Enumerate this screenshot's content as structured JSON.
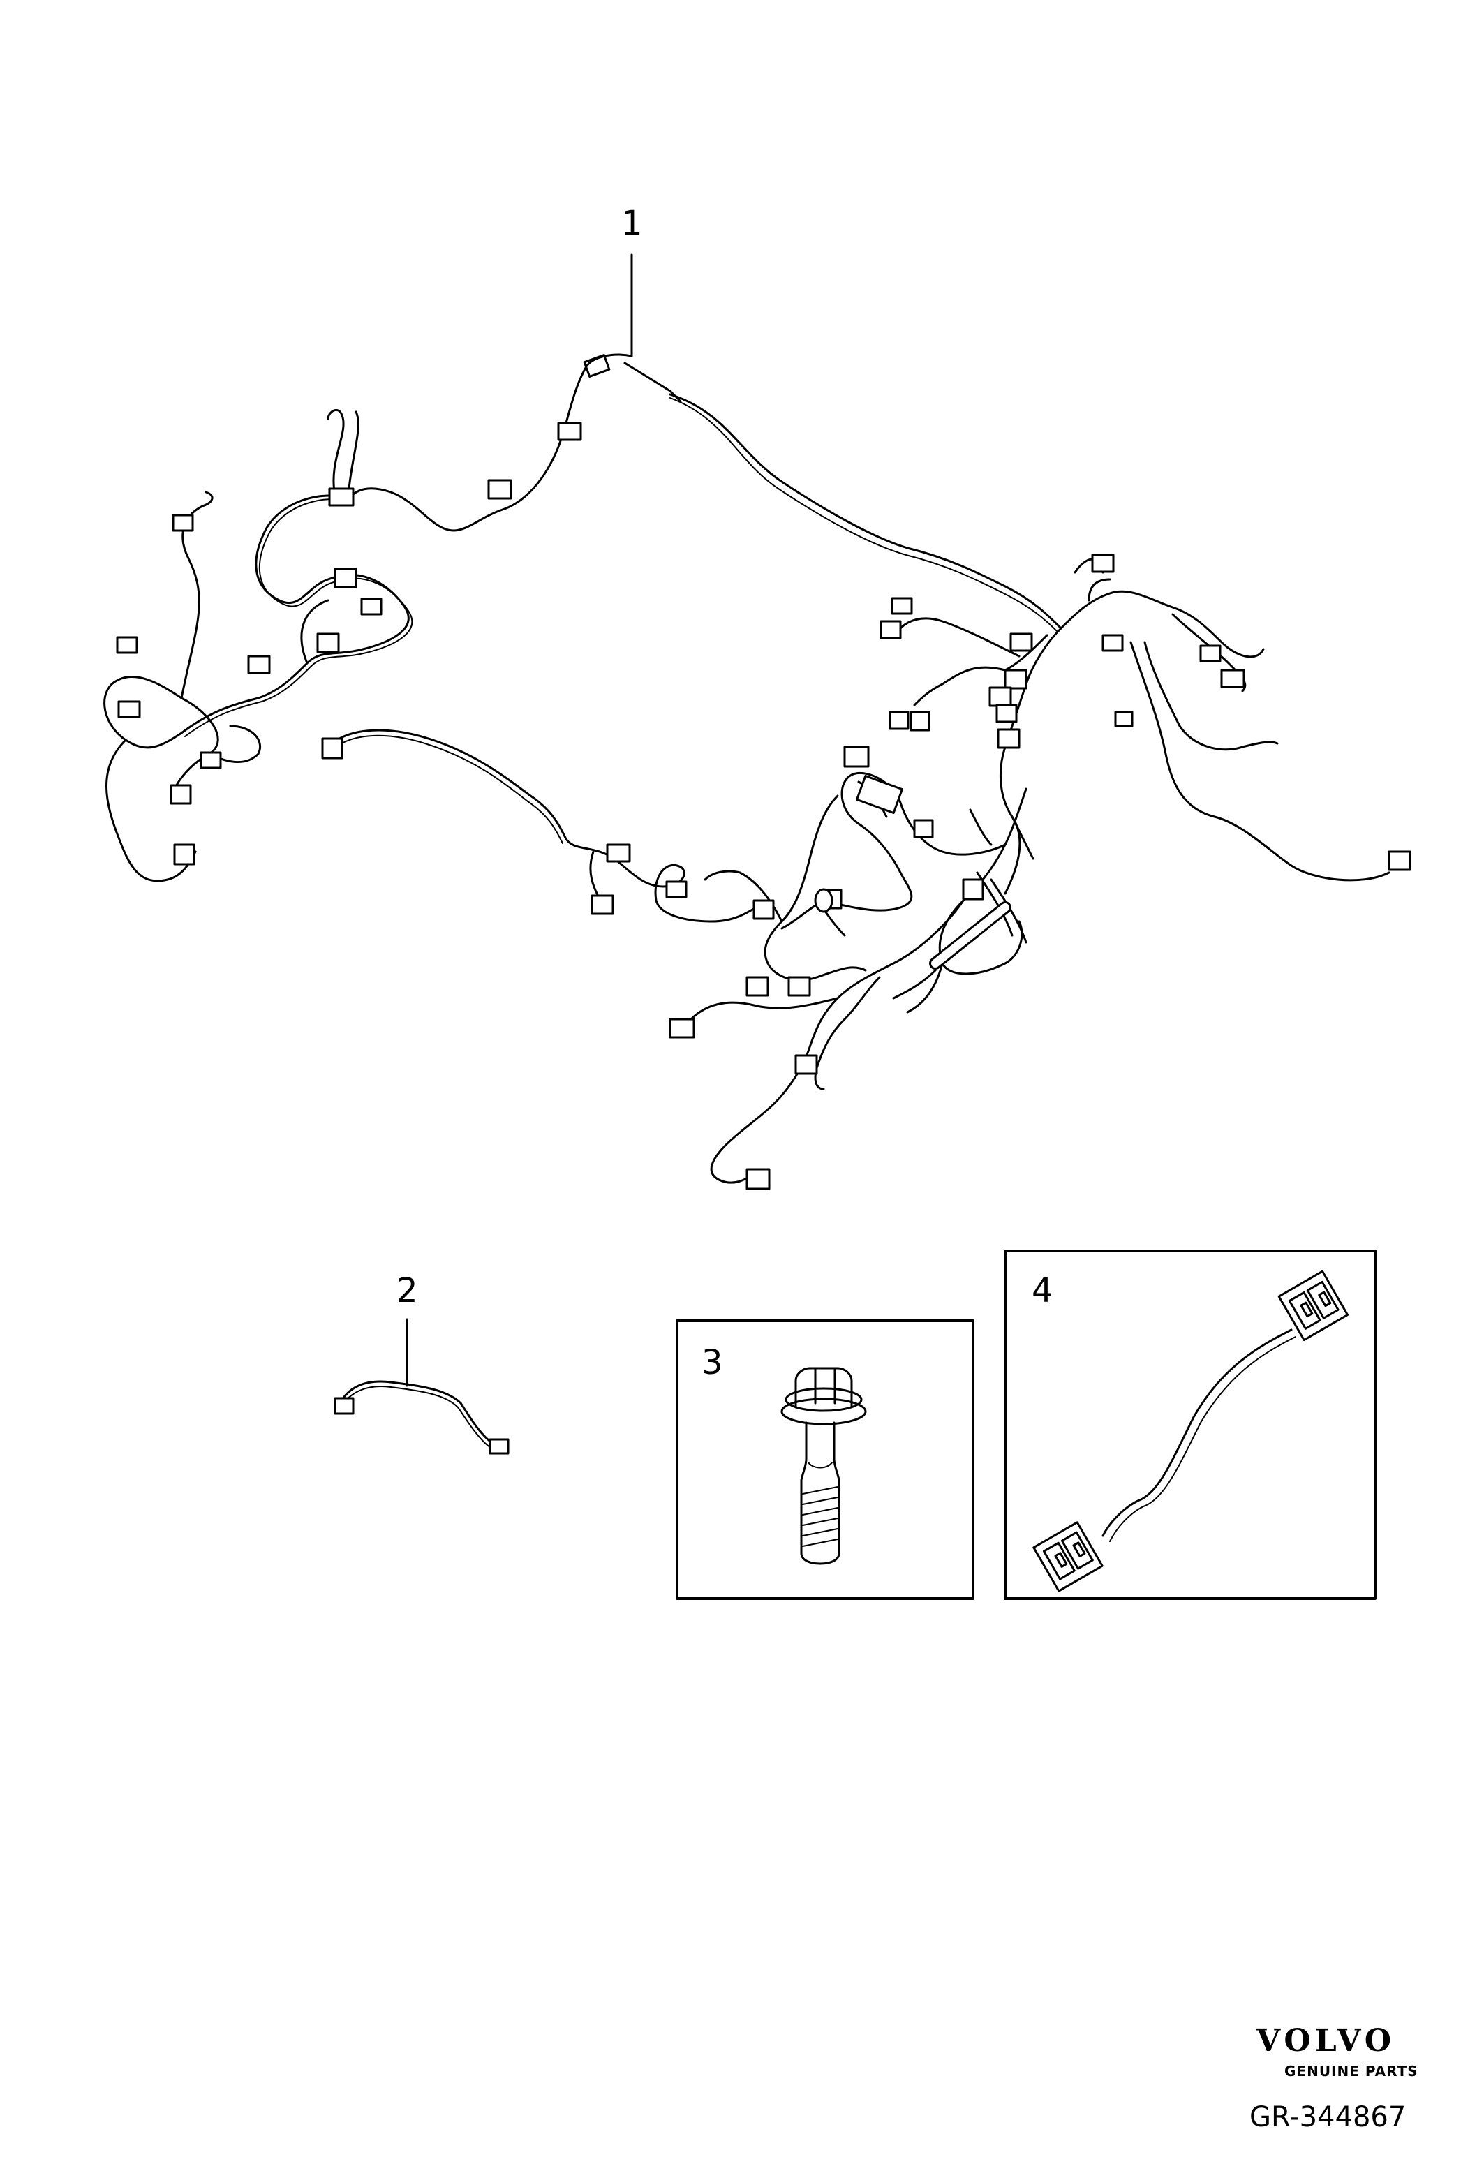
{
  "callouts": {
    "part1": "1",
    "part2": "2",
    "part3": "3",
    "part4": "4"
  },
  "branding": {
    "logo_text": "VOLVO",
    "logo_subtext": "GENUINE PARTS",
    "document_number": "GR-344867"
  },
  "style": {
    "line_color": "#000000",
    "background": "#ffffff"
  }
}
